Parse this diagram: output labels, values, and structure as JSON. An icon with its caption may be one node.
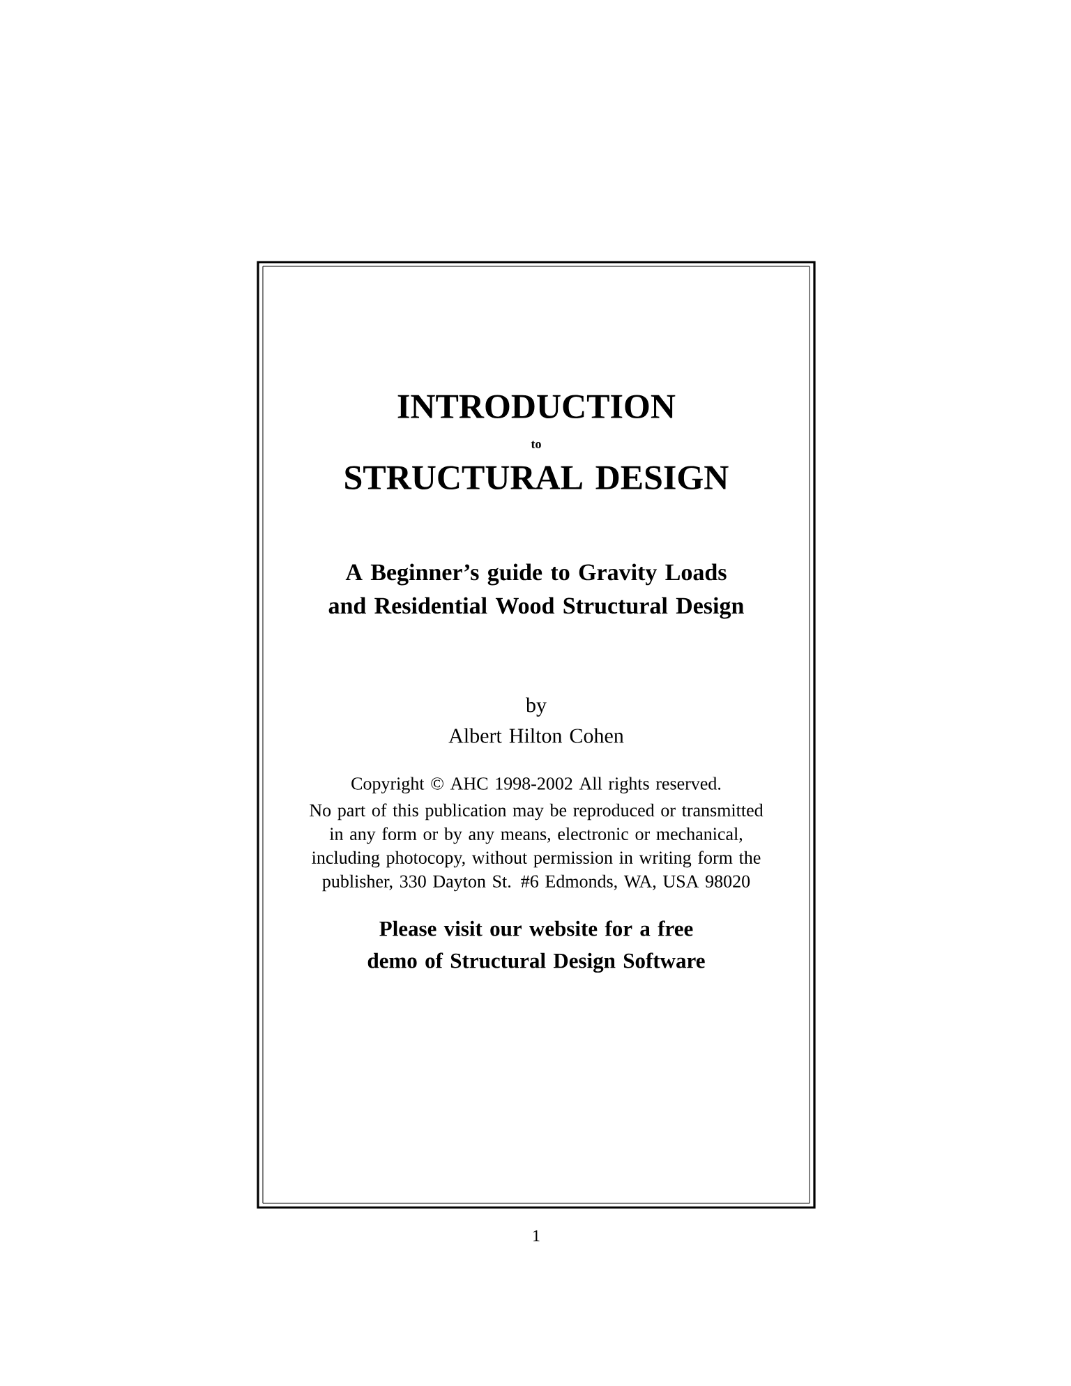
{
  "diagram": {
    "nodes": [
      {
        "text": [
          "INTRODUCTION",
          "to",
          "STRUCTURAL DESIGN",
          "A Beginner’s guide to Gravity Loads and Residential Wood Structural Design",
          "by",
          "Albert Hilton Cohen",
          "Copyright © AHC 1998-2002  All rights reserved.",
          "No part of this publication may be reproduced or transmitted in any form or by any means, electronic or mechanical, including photocopy, without permission in writing form the publisher, 330 Dayton St. #6 Edmonds, WA, USA  98020",
          "Please visit our website for a free demo of Structural Design Software"
        ]
      }
    ],
    "labels": [
      "1"
    ]
  }
}
